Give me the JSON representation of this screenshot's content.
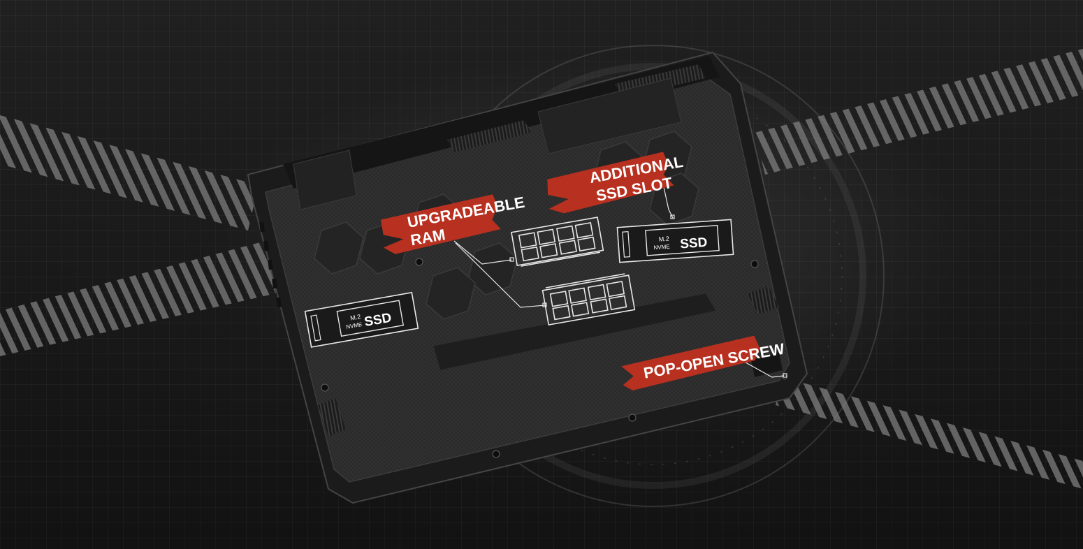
{
  "callouts": {
    "ram": {
      "line1": "UPGRADEABLE",
      "line2": "RAM"
    },
    "ssd_slot": {
      "line1": "ADDITIONAL",
      "line2": "SSD SLOT"
    },
    "screw": {
      "line1": "POP-OPEN SCREW"
    }
  },
  "ssd_chips": {
    "left": {
      "small1": "M.2",
      "small2": "NVME",
      "big": "SSD"
    },
    "right": {
      "small1": "M.2",
      "small2": "NVME",
      "big": "SSD"
    }
  },
  "colors": {
    "accent": "#b8301f",
    "chassis": "#2a2a2a",
    "outline": "#e8e8e8",
    "stripe": "#8a8a8a"
  }
}
